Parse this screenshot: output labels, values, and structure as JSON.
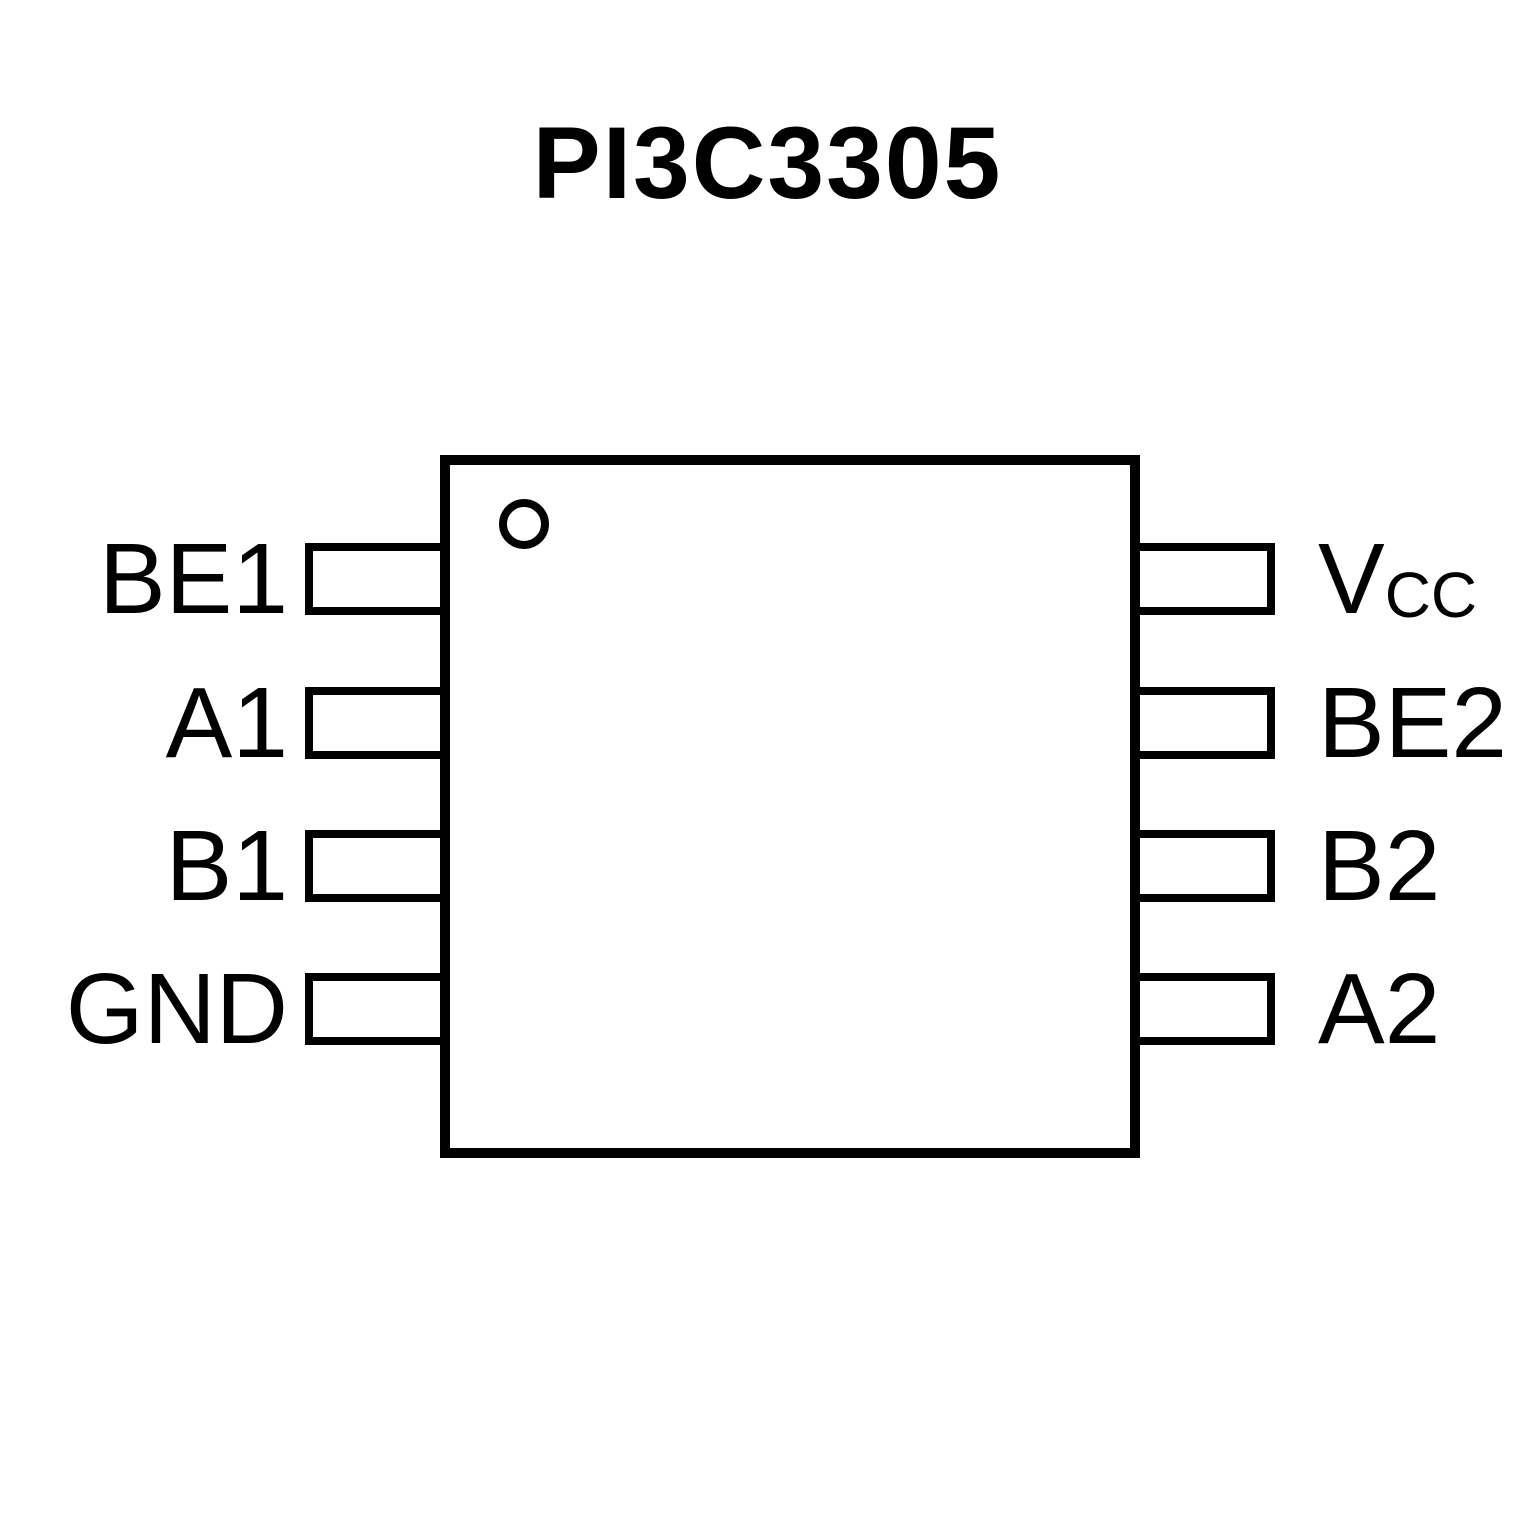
{
  "title": "PI3C3305",
  "chip": {
    "left_pins": [
      {
        "label": "BE1",
        "sub": ""
      },
      {
        "label": "A1",
        "sub": ""
      },
      {
        "label": "B1",
        "sub": ""
      },
      {
        "label": "GND",
        "sub": ""
      }
    ],
    "right_pins": [
      {
        "label": "V",
        "sub": "CC"
      },
      {
        "label": "BE2",
        "sub": ""
      },
      {
        "label": "B2",
        "sub": ""
      },
      {
        "label": "A2",
        "sub": ""
      }
    ],
    "colors": {
      "line": "#000000",
      "background": "#ffffff"
    }
  }
}
